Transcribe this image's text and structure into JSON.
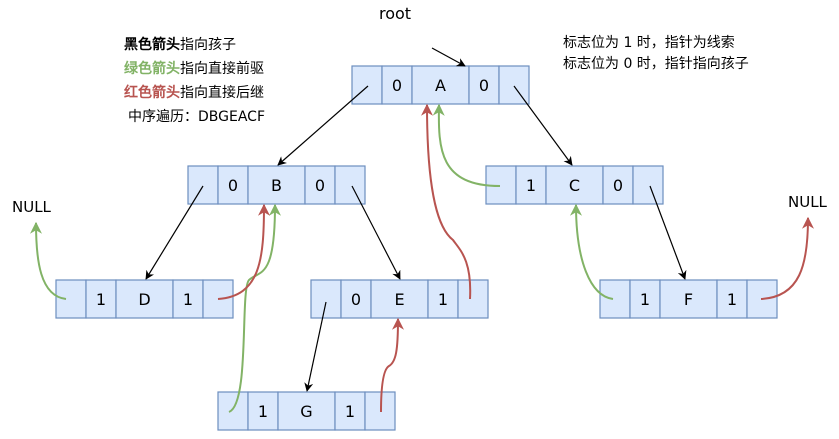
{
  "legend": {
    "black": {
      "emph": "黑色箭头",
      "rest": "指向孩子"
    },
    "green": {
      "emph": "绿色箭头",
      "rest": "指向直接前驱"
    },
    "red": {
      "emph": "红色箭头",
      "rest": "指向直接后继"
    },
    "inorder_label": "中序遍历：",
    "inorder_value": "DBGEACF"
  },
  "note": {
    "line1": "标志位为 1 时，指针为线索",
    "line2": "标志位为 0 时，指针指向孩子"
  },
  "labels": {
    "root": "root",
    "null_left": "NULL",
    "null_right": "NULL"
  },
  "colors": {
    "cell_fill": "#dae8fc",
    "cell_stroke": "#6c8ebf",
    "green": "#82b366",
    "red": "#b85450",
    "black": "#000000"
  },
  "nodes": [
    {
      "id": "A",
      "ltag": "0",
      "data": "A",
      "rtag": "0"
    },
    {
      "id": "B",
      "ltag": "0",
      "data": "B",
      "rtag": "0"
    },
    {
      "id": "C",
      "ltag": "1",
      "data": "C",
      "rtag": "0"
    },
    {
      "id": "D",
      "ltag": "1",
      "data": "D",
      "rtag": "1"
    },
    {
      "id": "E",
      "ltag": "0",
      "data": "E",
      "rtag": "1"
    },
    {
      "id": "F",
      "ltag": "1",
      "data": "F",
      "rtag": "1"
    },
    {
      "id": "G",
      "ltag": "1",
      "data": "G",
      "rtag": "1"
    }
  ],
  "edges": [
    {
      "type": "child",
      "from": "root",
      "to": "A"
    },
    {
      "type": "child",
      "from": "A",
      "to": "B"
    },
    {
      "type": "child",
      "from": "A",
      "to": "C"
    },
    {
      "type": "child",
      "from": "B",
      "to": "D"
    },
    {
      "type": "child",
      "from": "B",
      "to": "E"
    },
    {
      "type": "child",
      "from": "C",
      "to": "F"
    },
    {
      "type": "child",
      "from": "E",
      "to": "G"
    },
    {
      "type": "predecessor",
      "from": "D",
      "to": "NULL"
    },
    {
      "type": "predecessor",
      "from": "G",
      "to": "B"
    },
    {
      "type": "predecessor",
      "from": "C",
      "to": "A"
    },
    {
      "type": "predecessor",
      "from": "F",
      "to": "C"
    },
    {
      "type": "successor",
      "from": "D",
      "to": "B"
    },
    {
      "type": "successor",
      "from": "G",
      "to": "E"
    },
    {
      "type": "successor",
      "from": "E",
      "to": "A"
    },
    {
      "type": "successor",
      "from": "F",
      "to": "NULL"
    }
  ]
}
